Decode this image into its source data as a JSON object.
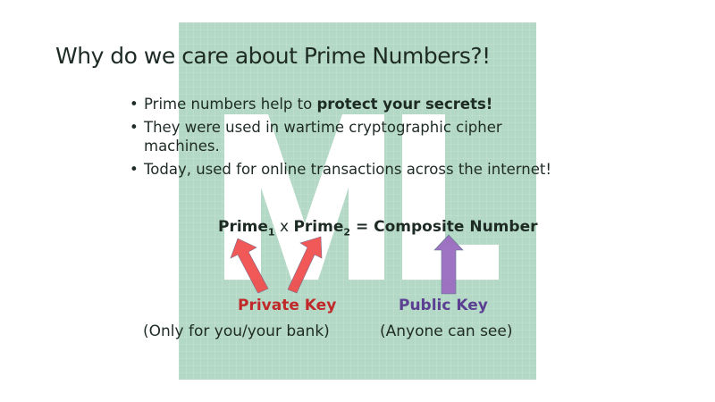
{
  "slide": {
    "title": "Why do we care about Prime Numbers?!",
    "bullets": [
      {
        "text": "Prime numbers help to ",
        "bold": "protect your secrets!"
      },
      {
        "text": "They were used in wartime cryptographic cipher machines."
      },
      {
        "text": "Today, used for online transactions across the internet!"
      }
    ],
    "equation": {
      "term1": "Prime",
      "sub1": "1",
      "times": " x ",
      "term2": "Prime",
      "sub2": "2",
      "equals": " = Composite Number"
    },
    "private_key": {
      "label": "Private Key",
      "note": "(Only for you/your bank)",
      "color": "#c0282a"
    },
    "public_key": {
      "label": "Public Key",
      "note": "(Anyone can see)",
      "color": "#5b3f92"
    },
    "watermark": "ML"
  }
}
